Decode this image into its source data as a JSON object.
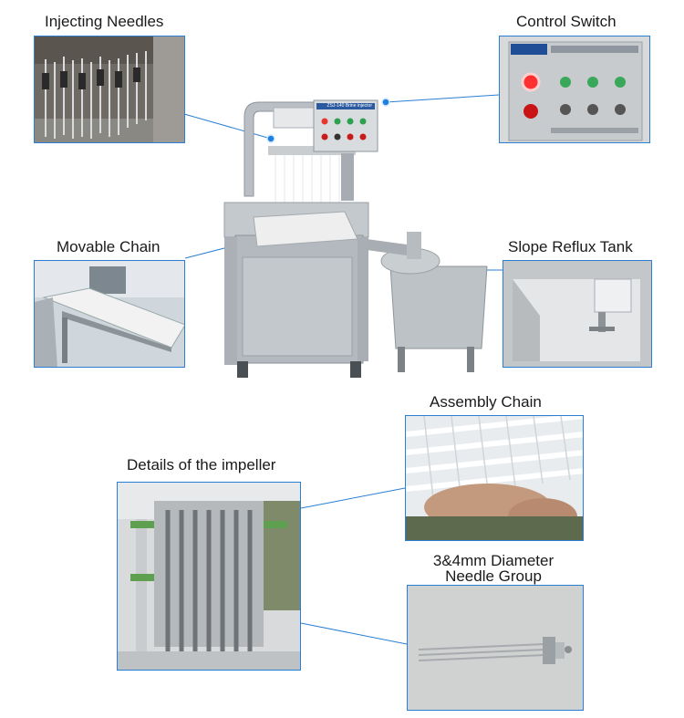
{
  "callouts": {
    "injecting_needles": "Injecting Needles",
    "control_switch": "Control Switch",
    "movable_chain": "Movable Chain",
    "slope_reflux_tank": "Slope Reflux Tank",
    "assembly_chain": "Assembly Chain",
    "impeller_details": "Details of the impeller",
    "needle_group_line1": "3&4mm Diameter",
    "needle_group_line2": "Needle Group"
  },
  "panel_text": {
    "header": "ZSJ-140 Brine injector"
  },
  "colors": {
    "accent": "#2a7fd4",
    "lead_dot": "#1e7fe0",
    "steel": "#b9bfc4"
  }
}
